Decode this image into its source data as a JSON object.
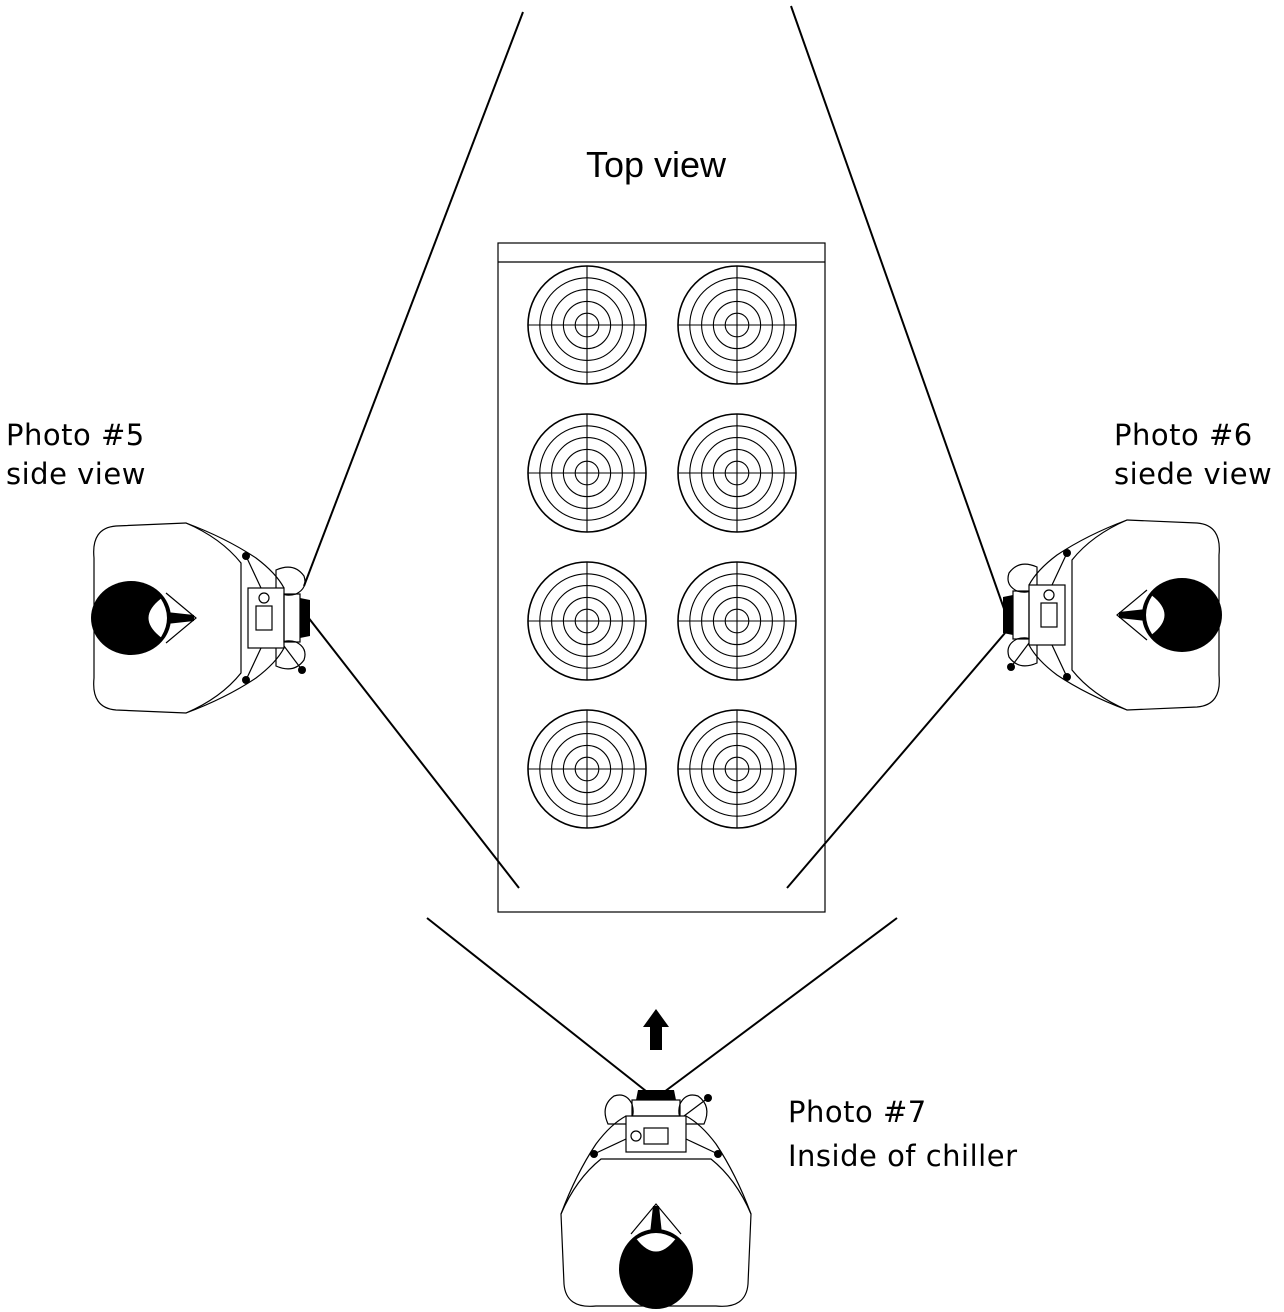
{
  "title": "Top view",
  "labels": {
    "photo5": {
      "line1": "Photo #5",
      "line2": "side view"
    },
    "photo6": {
      "line1": "Photo #6",
      "line2": "siede view"
    },
    "photo7": {
      "line1": "Photo #7",
      "line2": "Inside of chiller"
    }
  },
  "chiller": {
    "rows": 4,
    "columns": 2,
    "ring_count": 5
  },
  "icons": {
    "camera_operator": "photographer-icon",
    "direction": "up-arrow-icon"
  },
  "colors": {
    "ink": "#000000",
    "background": "#ffffff"
  }
}
